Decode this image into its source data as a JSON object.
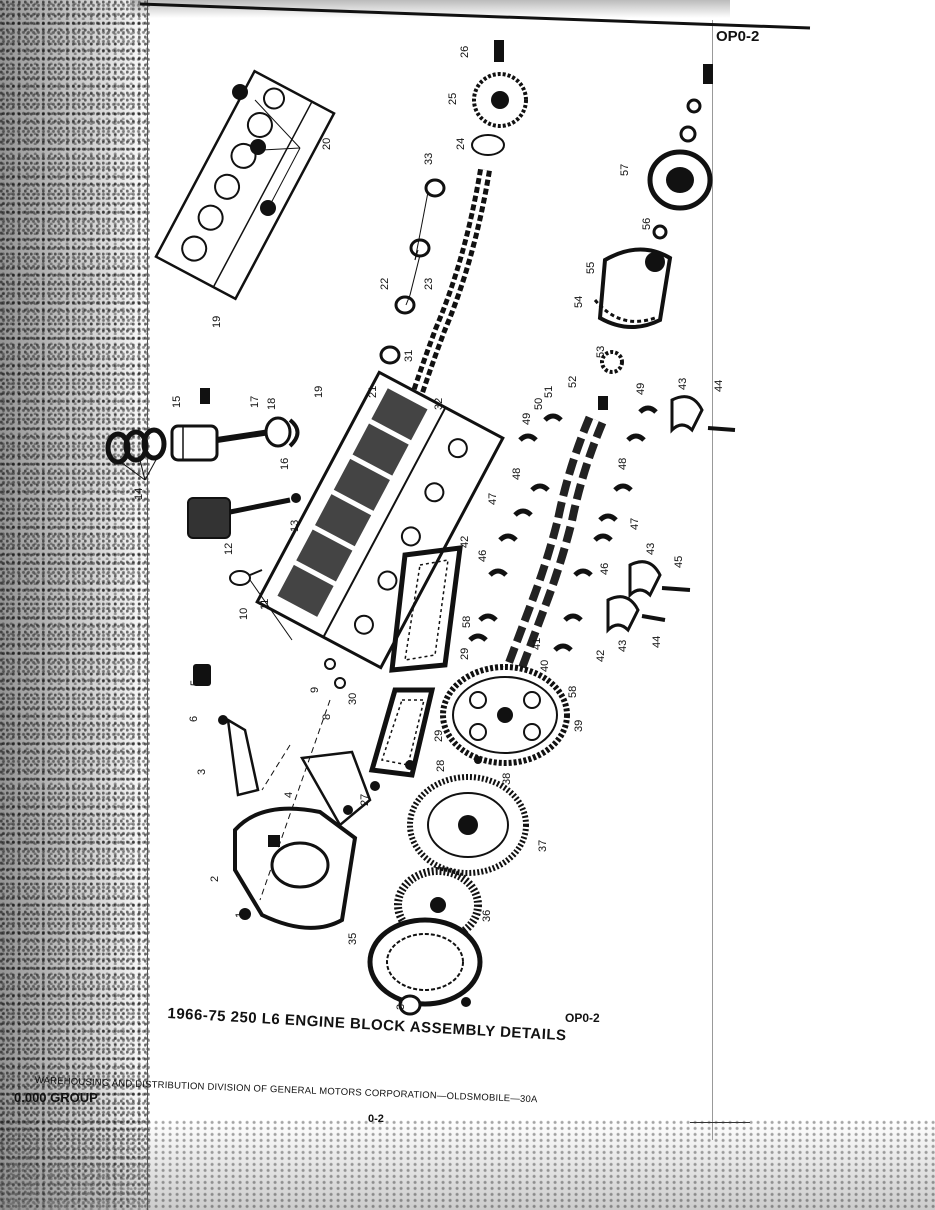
{
  "plate_number_top": "OP0-2",
  "plate_number_bottom": "OP0-2",
  "diagram_title": "1966-75 250 L6 ENGINE BLOCK ASSEMBLY DETAILS",
  "footer": {
    "group": "0.000 GROUP",
    "line": "WAREHOUSING AND DISTRIBUTION  DIVISION OF GENERAL MOTORS CORPORATION—OLDSMOBILE—30A",
    "page": "0-2"
  },
  "callouts": [
    "1",
    "2",
    "3",
    "4",
    "5",
    "6",
    "8",
    "9",
    "10",
    "11",
    "12",
    "13",
    "14",
    "15",
    "16",
    "17",
    "18",
    "19",
    "19",
    "20",
    "21",
    "22",
    "23",
    "24",
    "25",
    "26",
    "27",
    "28",
    "29",
    "29",
    "30",
    "31",
    "32",
    "33",
    "34",
    "35",
    "36",
    "37",
    "38",
    "39",
    "40",
    "41",
    "42",
    "42",
    "43",
    "43",
    "43",
    "44",
    "44",
    "45",
    "46",
    "46",
    "47",
    "47",
    "48",
    "48",
    "49",
    "49",
    "50",
    "51",
    "52",
    "53",
    "54",
    "55",
    "56",
    "57",
    "58",
    "58"
  ]
}
